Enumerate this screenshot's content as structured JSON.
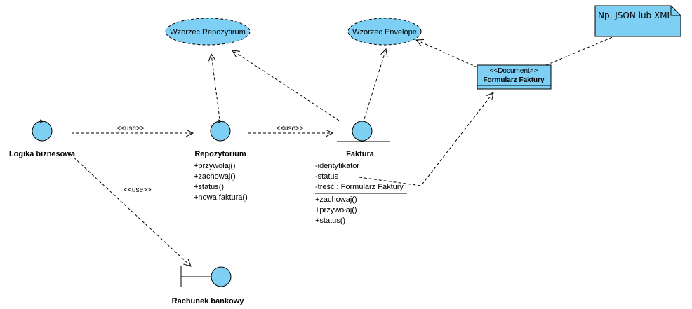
{
  "colors": {
    "element_fill": "#7dcff4",
    "line": "#000000",
    "background": "#ffffff"
  },
  "patterns": {
    "repository": "Wzorzec Repozytirum",
    "envelope": "Wzorzec Envelope"
  },
  "note": {
    "text": "Np. JSON lub XML"
  },
  "document": {
    "stereotype": "<<Document>>",
    "name": "Formularz Faktury"
  },
  "control_business": {
    "name": "Logika biznesowa"
  },
  "control_repository": {
    "name": "Repozytorium",
    "operations": [
      "+przywołaj()",
      "+zachowaj()",
      "+status()",
      "+nowa faktura()"
    ]
  },
  "entity_invoice": {
    "name": "Faktura",
    "attributes": [
      "-identyfikator",
      "-status",
      "-treść : Formularz Faktury"
    ],
    "operations": [
      "+zachowaj()",
      "+przywołaj()",
      "+status()"
    ]
  },
  "boundary_bank": {
    "name": "Rachunek bankowy"
  },
  "relations": {
    "use_business_repo": "<<use>>",
    "use_repo_invoice": "<<use>>",
    "use_business_bank": "<<use>>"
  }
}
